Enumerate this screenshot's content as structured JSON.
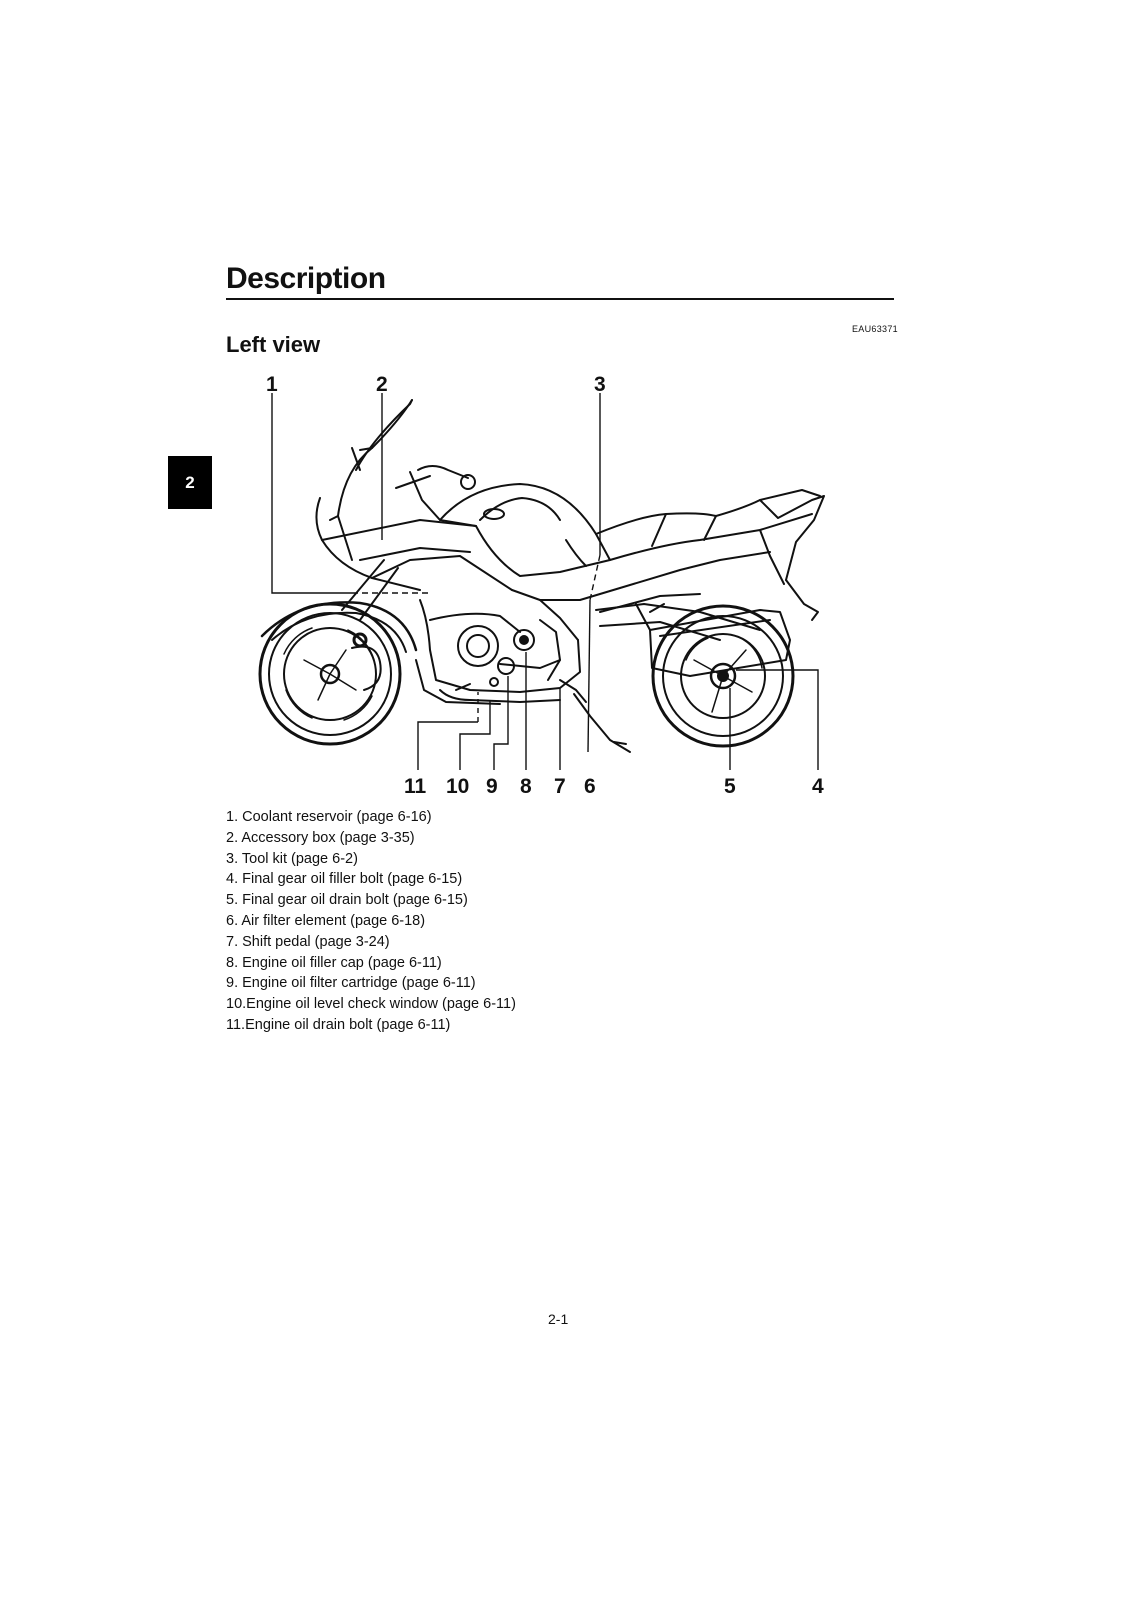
{
  "header": {
    "title": "Description",
    "section": "Left view",
    "doc_code": "EAU63371"
  },
  "chapter_tab": "2",
  "figure": {
    "callouts_top": [
      "1",
      "2",
      "3"
    ],
    "callouts_bottom": [
      "11",
      "10",
      "9",
      "8",
      "7",
      "6",
      "5",
      "4"
    ]
  },
  "parts": [
    {
      "num": "1.",
      "text": "Coolant reservoir (page 6-16)"
    },
    {
      "num": "2.",
      "text": "Accessory box (page 3-35)"
    },
    {
      "num": "3.",
      "text": "Tool kit (page 6-2)"
    },
    {
      "num": "4.",
      "text": "Final gear oil filler bolt (page 6-15)"
    },
    {
      "num": "5.",
      "text": "Final gear oil drain bolt (page 6-15)"
    },
    {
      "num": "6.",
      "text": "Air filter element (page 6-18)"
    },
    {
      "num": "7.",
      "text": "Shift pedal (page 3-24)"
    },
    {
      "num": "8.",
      "text": "Engine oil filler cap (page 6-11)"
    },
    {
      "num": "9.",
      "text": "Engine oil filter cartridge (page 6-11)"
    },
    {
      "num": "10.",
      "text": "Engine oil level check window (page 6-11)"
    },
    {
      "num": "11.",
      "text": "Engine oil drain bolt (page 6-11)"
    }
  ],
  "footer": {
    "page_number": "2-1"
  }
}
